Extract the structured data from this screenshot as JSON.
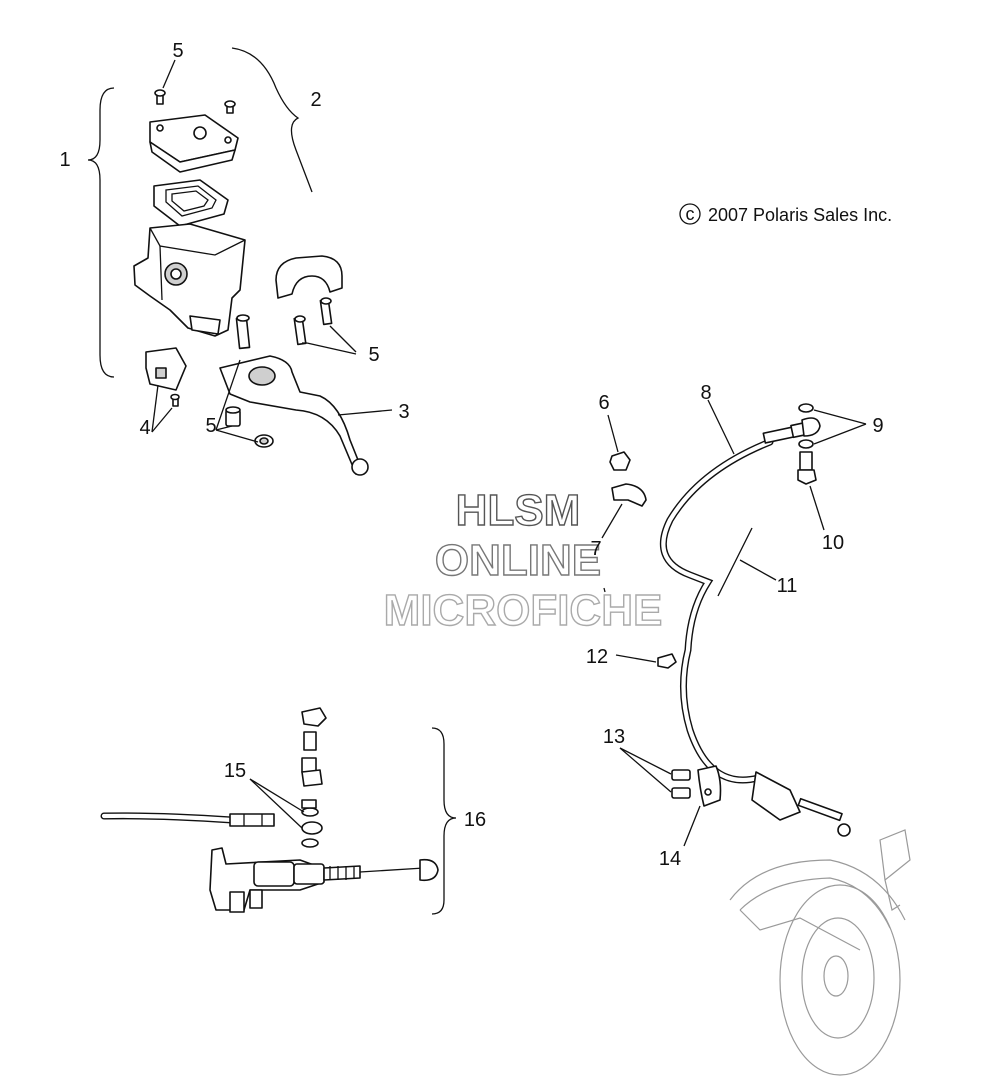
{
  "callouts": [
    {
      "id": "c1",
      "label": "1"
    },
    {
      "id": "c2",
      "label": "2"
    },
    {
      "id": "c3",
      "label": "3"
    },
    {
      "id": "c4",
      "label": "4"
    },
    {
      "id": "c5a",
      "label": "5"
    },
    {
      "id": "c5b",
      "label": "5"
    },
    {
      "id": "c5c",
      "label": "5"
    },
    {
      "id": "c6",
      "label": "6"
    },
    {
      "id": "c7",
      "label": "7"
    },
    {
      "id": "c8",
      "label": "8"
    },
    {
      "id": "c9",
      "label": "9"
    },
    {
      "id": "c10",
      "label": "10"
    },
    {
      "id": "c11",
      "label": "11"
    },
    {
      "id": "c12",
      "label": "12"
    },
    {
      "id": "c13",
      "label": "13"
    },
    {
      "id": "c14",
      "label": "14"
    },
    {
      "id": "c15",
      "label": "15"
    },
    {
      "id": "c16",
      "label": "16"
    }
  ],
  "copyright": {
    "symbol": "c",
    "text": "2007 Polaris Sales Inc."
  },
  "watermark": {
    "line1": "HLSM",
    "line2": "ONLINE",
    "line3": "MICROFICHE",
    "colors": {
      "line1": "#555555",
      "line2": "#777777",
      "line3": "#aaaaaa"
    }
  }
}
